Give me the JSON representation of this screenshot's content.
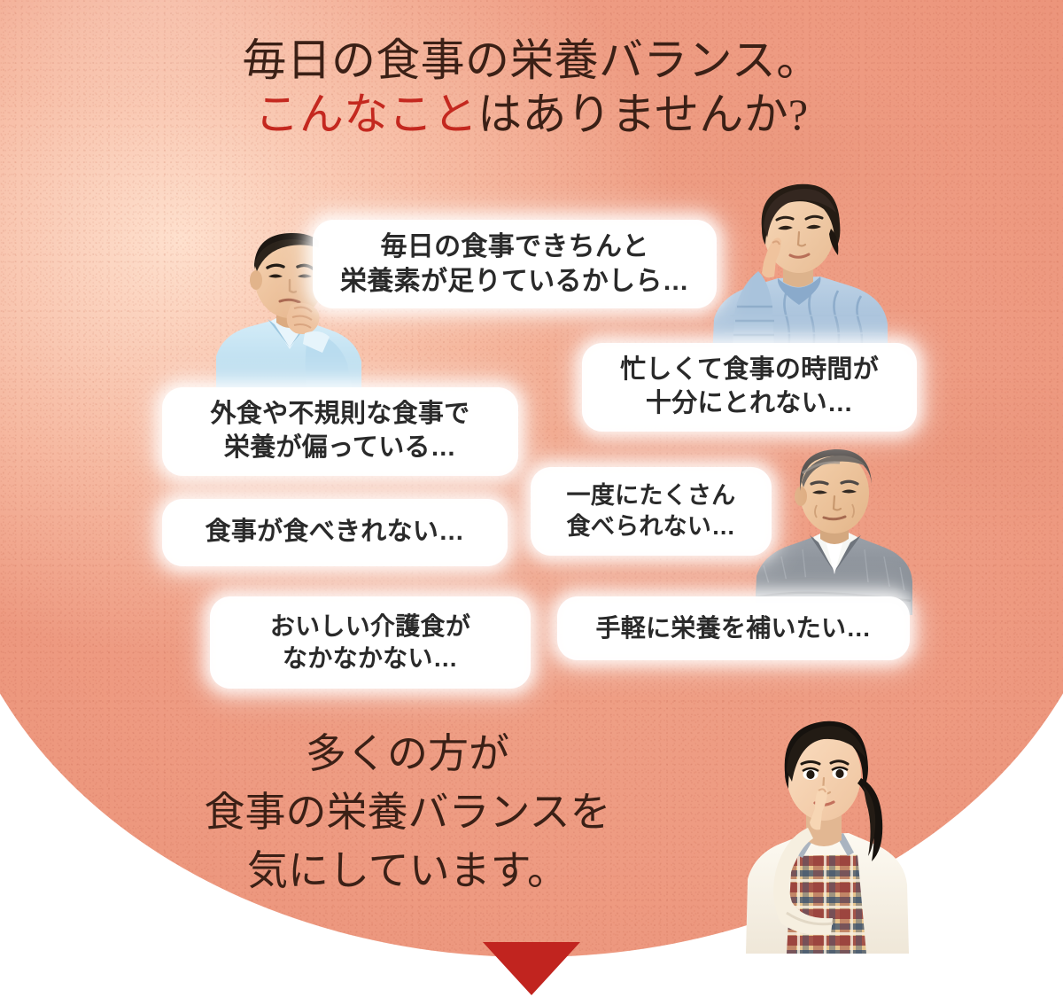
{
  "page": {
    "title": "毎日の食事の栄養バランス。こんなことはありませんか?",
    "language": "ja",
    "background_color": "#ee9b82",
    "background_highlight": "#ffe4d2",
    "surface_color": "#ffffff"
  },
  "colors": {
    "accent_red": "#c4281f",
    "heading_brown": "#3b2016",
    "bubble_text": "#2a2a2a",
    "bubble_fill": "#ffffff",
    "arrow_red": "#c1241f",
    "bg_salmon": "#ee9b82",
    "bg_peach_light": "#f5c4a8"
  },
  "headline": {
    "line1": "毎日の食事の栄養バランス。",
    "line2_accent": "こんなこと",
    "line2_rest": "はありませんか?"
  },
  "bubbles": [
    {
      "id": "bubble-1",
      "name": "bubble-nutrients-enough",
      "text": "毎日の食事できちんと\n栄養素が足りているかしら…",
      "lines": [
        "毎日の食事できちんと",
        "栄養素が足りているかしら…"
      ]
    },
    {
      "id": "bubble-2",
      "name": "bubble-no-time-to-eat",
      "text": "忙しくて食事の時間が\n十分にとれない…",
      "lines": [
        "忙しくて食事の時間が",
        "十分にとれない…"
      ]
    },
    {
      "id": "bubble-3",
      "name": "bubble-unbalanced-diet",
      "text": "外食や不規則な食事で\n栄養が偏っている…",
      "lines": [
        "外食や不規則な食事で",
        "栄養が偏っている…"
      ]
    },
    {
      "id": "bubble-4",
      "name": "bubble-cannot-eat-much-at-once",
      "text": "一度にたくさん\n食べられない…",
      "lines": [
        "一度にたくさん",
        "食べられない…"
      ]
    },
    {
      "id": "bubble-5",
      "name": "bubble-cannot-finish-meal",
      "text": "食事が食べきれない…",
      "lines": [
        "食事が食べきれない…"
      ]
    },
    {
      "id": "bubble-6",
      "name": "bubble-no-tasty-care-food",
      "text": "おいしい介護食が\nなかなかない…",
      "lines": [
        "おいしい介護食が",
        "なかなかない…"
      ]
    },
    {
      "id": "bubble-7",
      "name": "bubble-easy-nutrition-supplement",
      "text": "手軽に栄養を補いたい…",
      "lines": [
        "手軽に栄養を補いたい…"
      ]
    }
  ],
  "closing": {
    "line1": "多くの方が",
    "line2": "食事の栄養バランスを",
    "line3": "気にしています。"
  },
  "people": [
    {
      "name": "young-man-thinking-photo",
      "description": "若い男性・水色シャツ・あごに手",
      "shirt_color": "#bfe0f0",
      "hair_color": "#1d1712",
      "skin_color": "#f0c6a4"
    },
    {
      "name": "middle-aged-woman-thinking-photo",
      "description": "中年女性・ショートヘア・水色ニット・頬に指",
      "shirt_color": "#a8c4dd",
      "hair_color": "#241b14",
      "skin_color": "#f3cdae"
    },
    {
      "name": "older-man-thinking-photo",
      "description": "年配男性・グレーカーディガン・白シャツ",
      "shirt_color": "#8d939b",
      "hair_color": "#5a5550",
      "skin_color": "#eec6a6"
    },
    {
      "name": "young-woman-apron-thinking-photo",
      "description": "若い女性・ポニーテール・チェックのエプロン・あごに指",
      "shirt_color": "#f7f2e8",
      "apron_color": "#c8923f",
      "hair_color": "#16120e",
      "skin_color": "#f5d2b4"
    }
  ],
  "arrow": {
    "name": "scroll-down-arrow",
    "direction": "down",
    "color": "#c1241f"
  }
}
